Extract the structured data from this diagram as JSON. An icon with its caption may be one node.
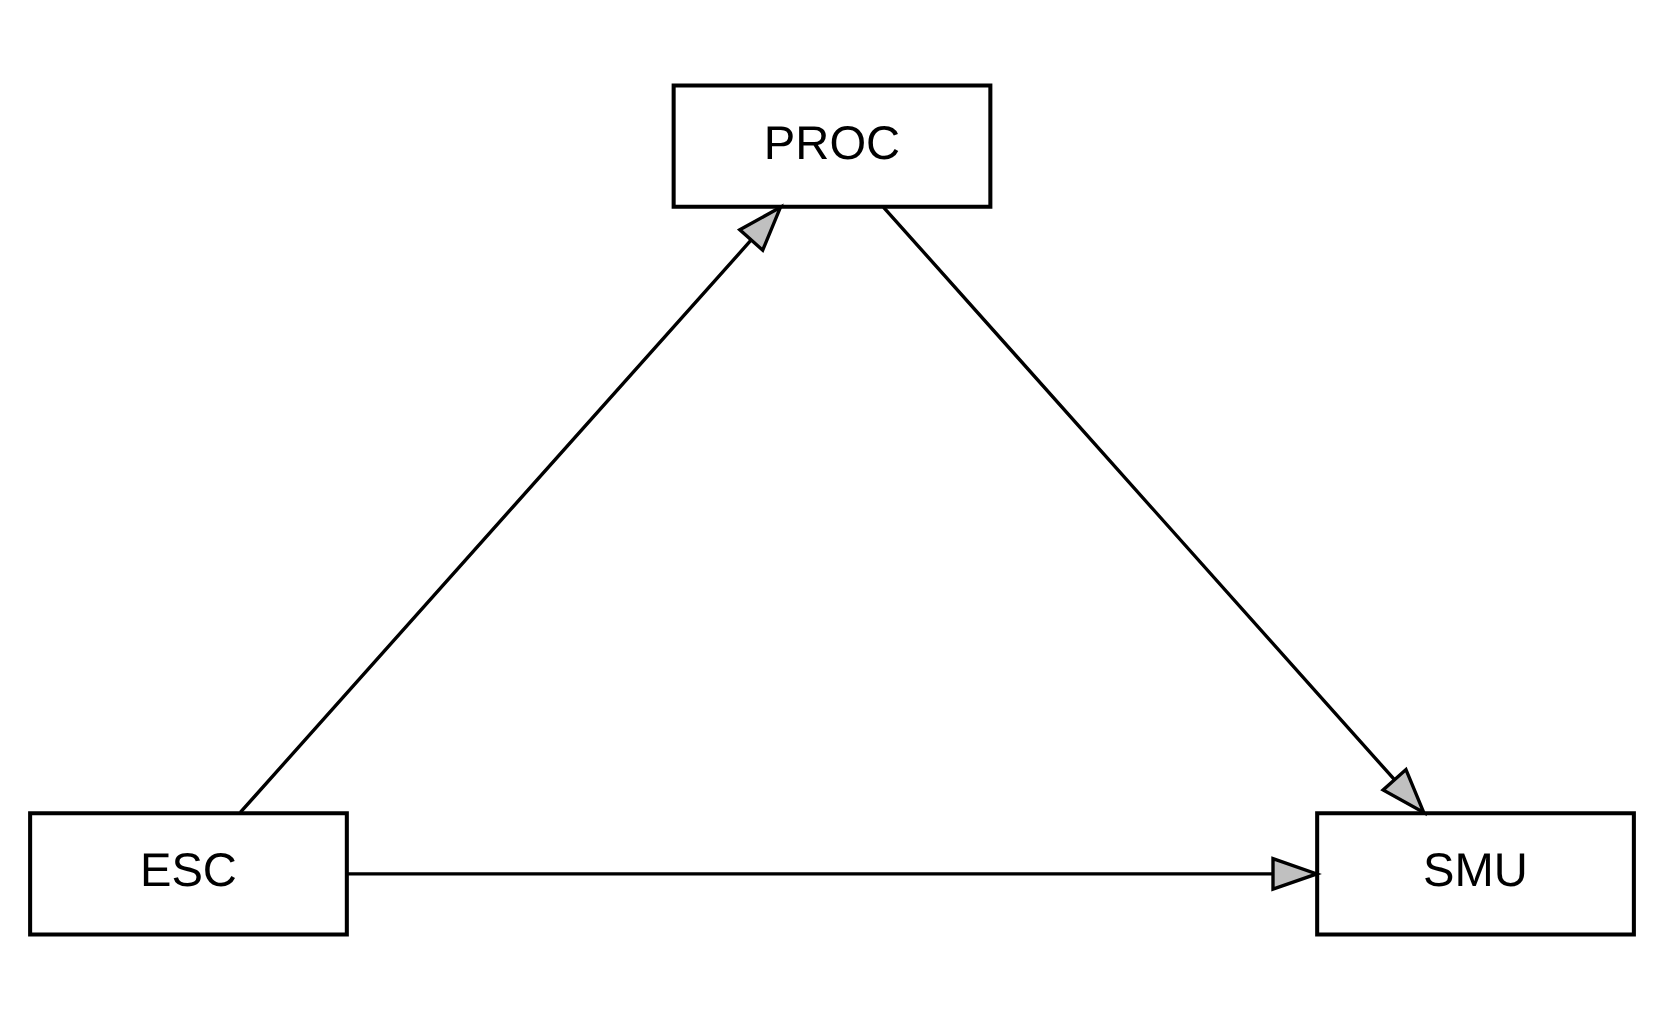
{
  "diagram": {
    "nodes": [
      {
        "text": [
          "PROC"
        ]
      },
      {
        "text": [
          "ESC"
        ]
      },
      {
        "text": [
          "SMU"
        ]
      }
    ],
    "edges": [
      {
        "from": 1,
        "to": 0,
        "arrow": "to"
      },
      {
        "from": 0,
        "to": 2,
        "arrow": "to"
      },
      {
        "from": 1,
        "to": 2,
        "arrow": "to"
      }
    ]
  }
}
